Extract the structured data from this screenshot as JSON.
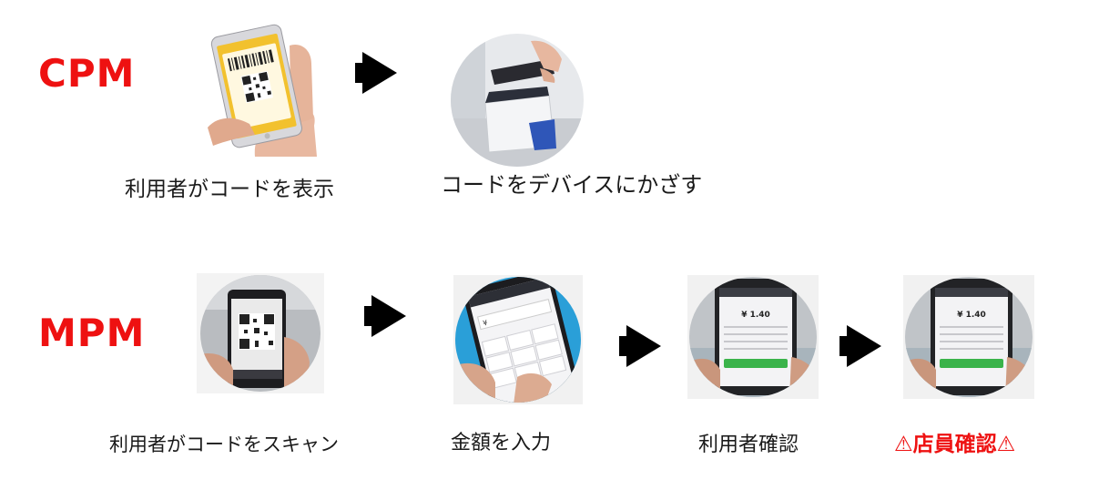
{
  "cpm": {
    "title": "CPM",
    "steps": [
      {
        "label": "利用者がコードを表示",
        "image": "phone-showing-qr-code"
      },
      {
        "label": "コードをデバイスにかざす",
        "image": "phone-over-scanner-device"
      }
    ]
  },
  "mpm": {
    "title": "MPM",
    "steps": [
      {
        "label": "利用者がコードをスキャン",
        "image": "phone-scanning-qr-code"
      },
      {
        "label": "金額を入力",
        "image": "phone-amount-keypad"
      },
      {
        "label": "利用者確認",
        "image": "phone-payment-confirmation",
        "amount": "¥ 1.40"
      },
      {
        "label": "店員確認",
        "image": "phone-payment-confirmation",
        "amount": "¥ 1.40",
        "warning": "⚠"
      }
    ]
  },
  "colors": {
    "title": "#ee1111",
    "arrow": "#000000",
    "warning": "#ee1111"
  }
}
